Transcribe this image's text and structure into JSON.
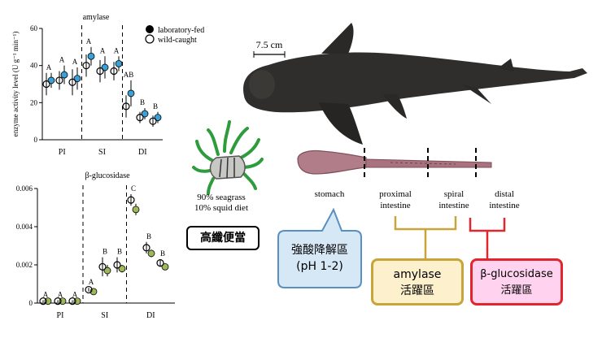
{
  "colors": {
    "laboratory_fed_blue": "#3aa0d8",
    "laboratory_fed_green": "#9fb85a",
    "speech_bubble_fill": "#d6e7f6",
    "speech_bubble_border": "#5a8fc2",
    "amylase_fill": "#fdf0cc",
    "amylase_border": "#c8a53a",
    "glucosidase_fill": "#ffd3ef",
    "glucosidase_border": "#e2262e",
    "shark_body": "#2f2e2c"
  },
  "legend": {
    "lab": "laboratory-fed",
    "wild": "wild-caught"
  },
  "chart_data": [
    {
      "type": "scatter",
      "title": "amylase",
      "ylabel": "enzyme activity level (U g⁻¹ min⁻¹)",
      "ylim": [
        0,
        60
      ],
      "yticks": [
        "0",
        "20",
        "40",
        "60"
      ],
      "regions": [
        "PI",
        "SI",
        "DI"
      ],
      "grid": false,
      "legend_position": "top-right",
      "series": [
        {
          "name": "laboratory-fed",
          "points": [
            {
              "region": "PI",
              "y": 32,
              "err": 4
            },
            {
              "region": "PI",
              "y": 35,
              "err": 5
            },
            {
              "region": "PI",
              "y": 33,
              "err": 6
            },
            {
              "region": "SI",
              "y": 45,
              "err": 5
            },
            {
              "region": "SI",
              "y": 39,
              "err": 6
            },
            {
              "region": "SI",
              "y": 41,
              "err": 4
            },
            {
              "region": "DI",
              "y": 25,
              "err": 7
            },
            {
              "region": "DI",
              "y": 14,
              "err": 3
            },
            {
              "region": "DI",
              "y": 12,
              "err": 3
            }
          ]
        },
        {
          "name": "wild-caught",
          "points": [
            {
              "region": "PI",
              "y": 30,
              "err": 6
            },
            {
              "region": "PI",
              "y": 32,
              "err": 5
            },
            {
              "region": "PI",
              "y": 31,
              "err": 7
            },
            {
              "region": "SI",
              "y": 40,
              "err": 6
            },
            {
              "region": "SI",
              "y": 37,
              "err": 6
            },
            {
              "region": "SI",
              "y": 37,
              "err": 5
            },
            {
              "region": "DI",
              "y": 18,
              "err": 6
            },
            {
              "region": "DI",
              "y": 12,
              "err": 3
            },
            {
              "region": "DI",
              "y": 10,
              "err": 3
            }
          ]
        }
      ],
      "letters": [
        "A",
        "A",
        "A",
        "A",
        "A",
        "A",
        "AB",
        "B",
        "B"
      ]
    },
    {
      "type": "scatter",
      "title": "β-glucosidase",
      "ylim": [
        0,
        0.006
      ],
      "yticks": [
        "0",
        "0.002",
        "0.004",
        "0.006"
      ],
      "regions": [
        "PI",
        "SI",
        "DI"
      ],
      "grid": false,
      "series": [
        {
          "name": "laboratory-fed",
          "points": [
            {
              "region": "PI",
              "y": 0.0001,
              "err": 5e-05
            },
            {
              "region": "PI",
              "y": 0.0001,
              "err": 5e-05
            },
            {
              "region": "PI",
              "y": 0.0001,
              "err": 5e-05
            },
            {
              "region": "SI",
              "y": 0.0006,
              "err": 0.0001
            },
            {
              "region": "SI",
              "y": 0.0017,
              "err": 0.0003
            },
            {
              "region": "SI",
              "y": 0.0018,
              "err": 0.0002
            },
            {
              "region": "DI",
              "y": 0.0049,
              "err": 0.0003
            },
            {
              "region": "DI",
              "y": 0.0026,
              "err": 0.0002
            },
            {
              "region": "DI",
              "y": 0.0019,
              "err": 0.0001
            }
          ]
        },
        {
          "name": "wild-caught",
          "points": [
            {
              "region": "PI",
              "y": 0.0001,
              "err": 5e-05
            },
            {
              "region": "PI",
              "y": 0.0001,
              "err": 5e-05
            },
            {
              "region": "PI",
              "y": 0.0001,
              "err": 5e-05
            },
            {
              "region": "SI",
              "y": 0.0007,
              "err": 0.0001
            },
            {
              "region": "SI",
              "y": 0.0019,
              "err": 0.0005
            },
            {
              "region": "SI",
              "y": 0.002,
              "err": 0.0004
            },
            {
              "region": "DI",
              "y": 0.0054,
              "err": 0.0003
            },
            {
              "region": "DI",
              "y": 0.0029,
              "err": 0.0003
            },
            {
              "region": "DI",
              "y": 0.0021,
              "err": 0.0002
            }
          ]
        }
      ],
      "letters": [
        "A",
        "A",
        "A",
        "A",
        "B",
        "B",
        "C",
        "B",
        "B"
      ]
    }
  ],
  "illustration": {
    "scale_label": "7.5 cm",
    "diet": [
      "90% seagrass",
      "10% squid diet"
    ],
    "gut_labels": [
      {
        "line1": "stomach",
        "line2": ""
      },
      {
        "line1": "proximal",
        "line2": "intestine"
      },
      {
        "line1": "spiral",
        "line2": "intestine"
      },
      {
        "line1": "distal",
        "line2": "intestine"
      }
    ]
  },
  "annotations": {
    "high_fiber": "高纖便當",
    "stomach_note": {
      "line1": "強酸降解區",
      "line2": "(pH 1-2)"
    },
    "amylase_box": {
      "line1": "amylase",
      "line2": "活躍區"
    },
    "glucosidase_box": {
      "line1": "β-glucosidase",
      "line2": "活躍區"
    }
  }
}
